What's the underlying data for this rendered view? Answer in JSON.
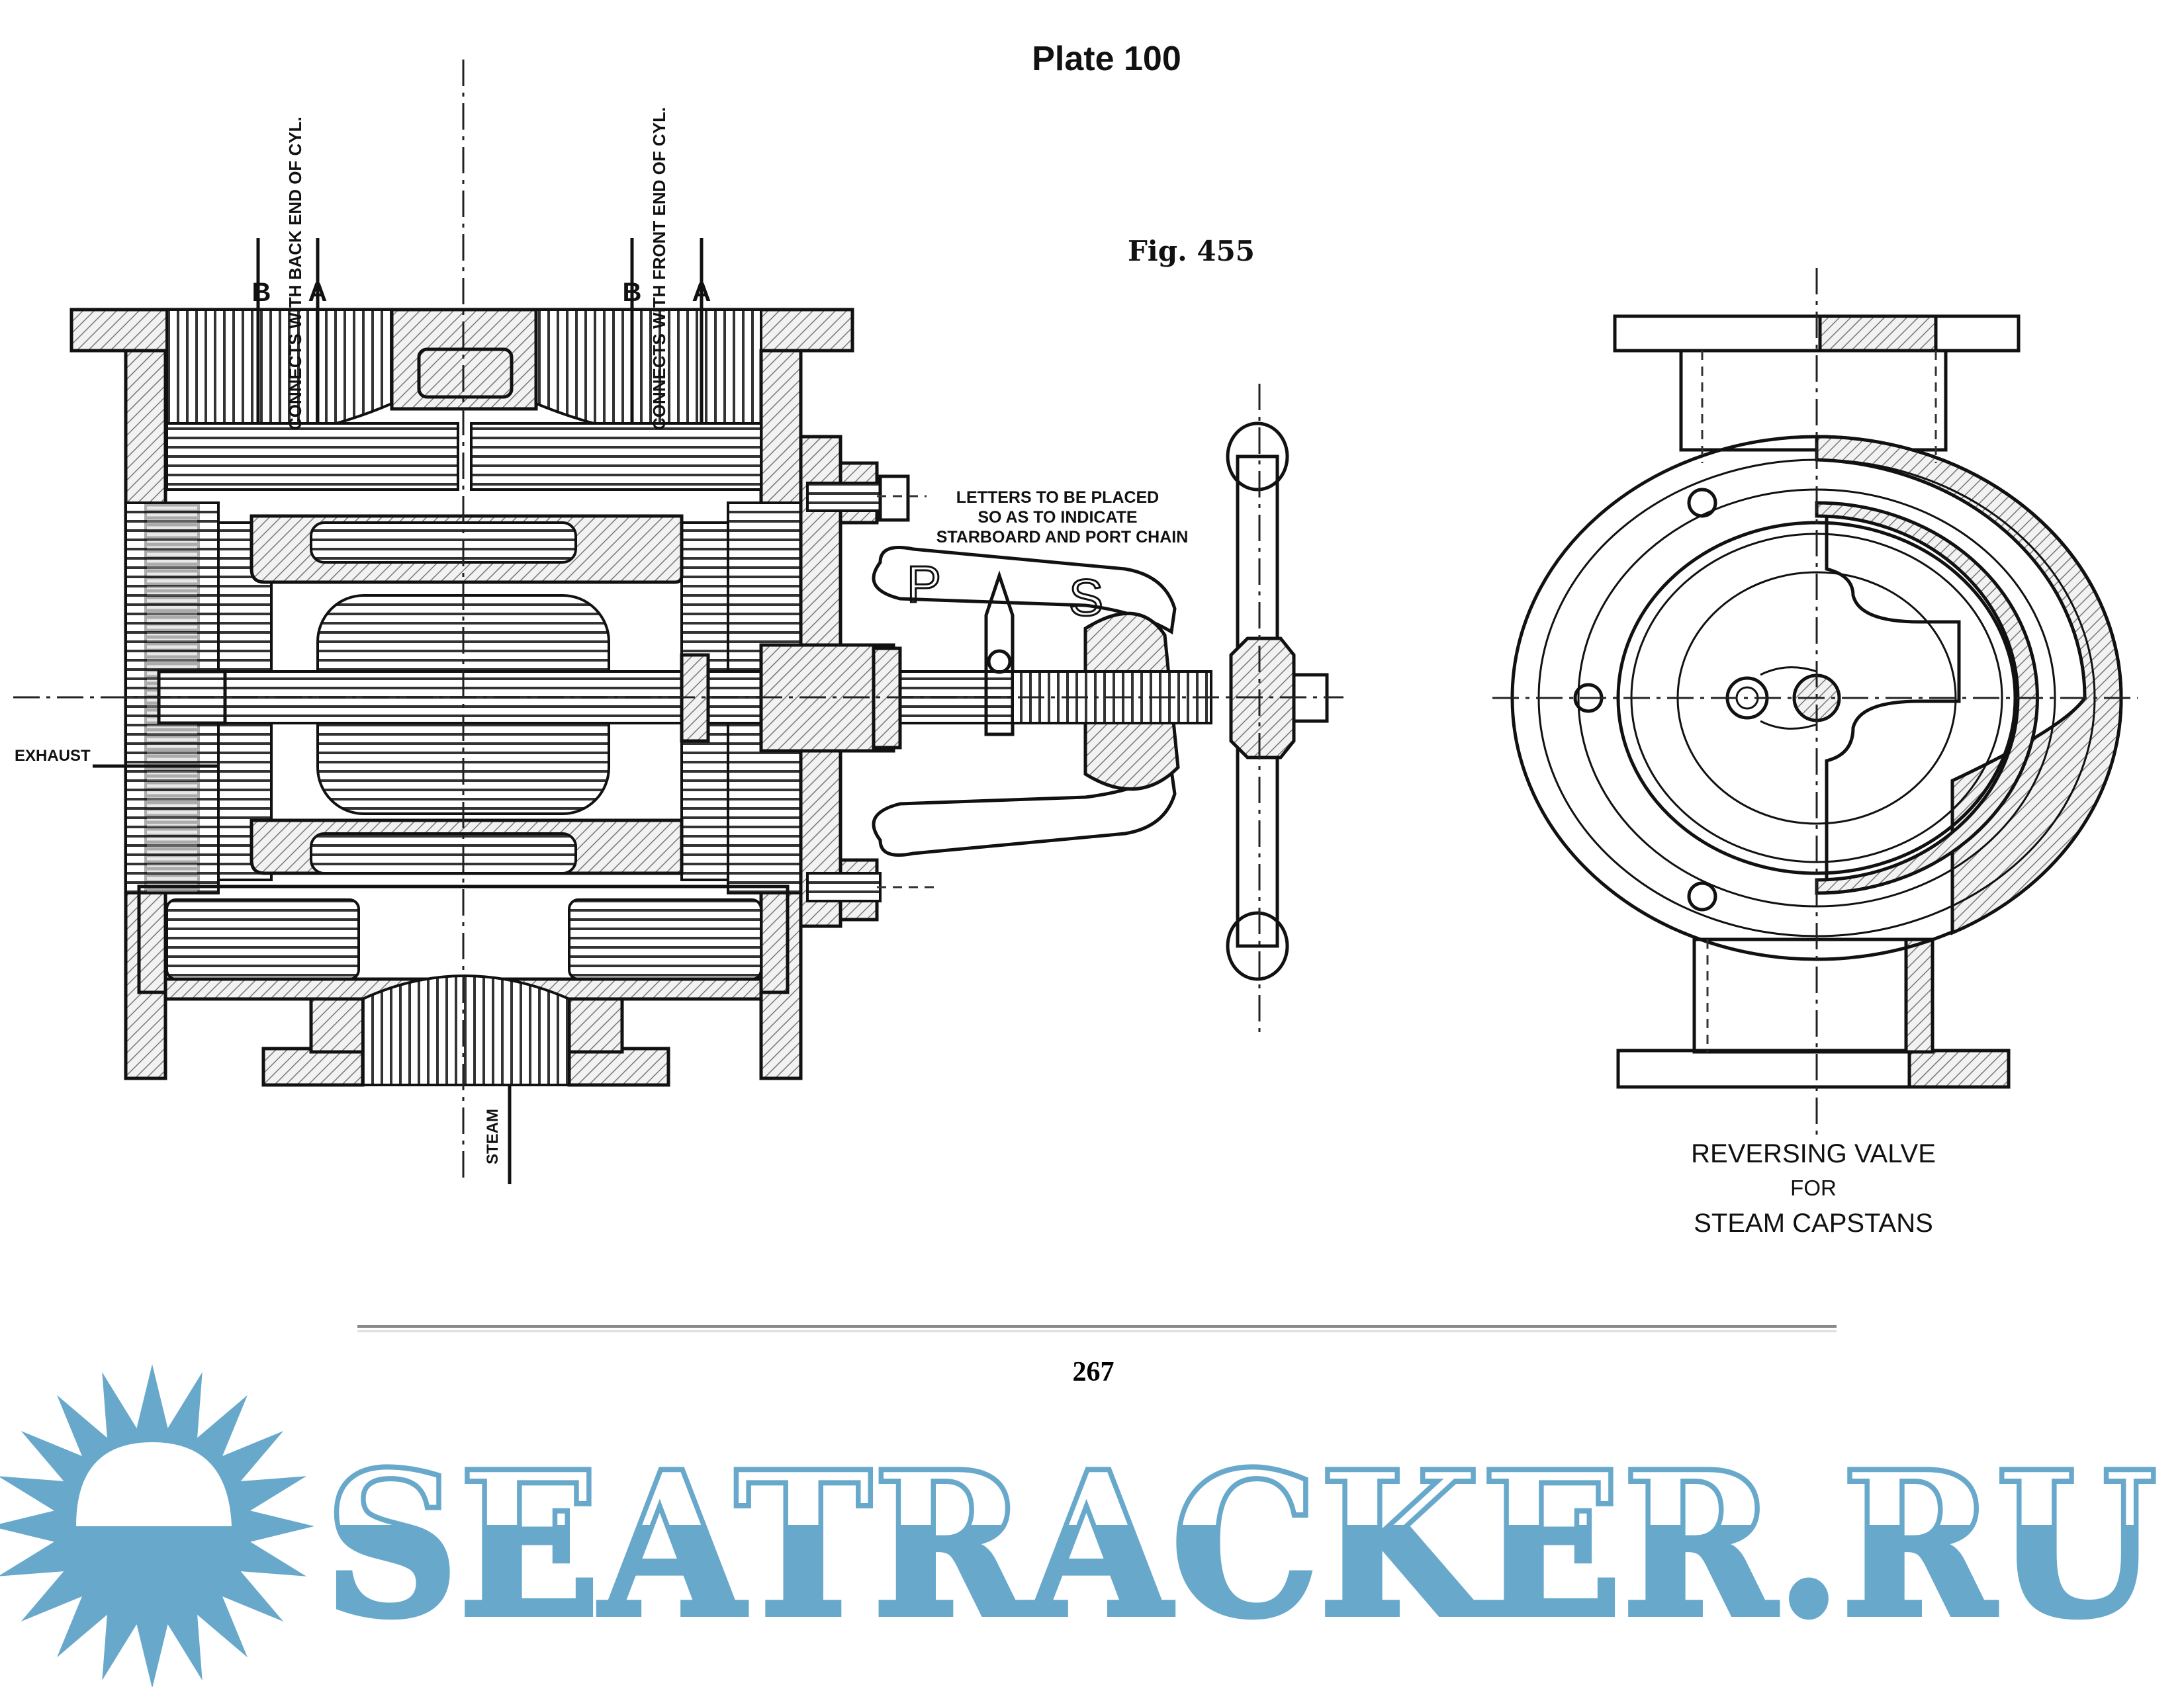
{
  "plate": {
    "title": "Plate 100",
    "figure": "Fig. 455"
  },
  "side_view": {
    "labels": {
      "back_port": "CONNECTS WITH BACK END OF CYL.",
      "front_port": "CONNECTS WITH FRONT END OF CYL.",
      "port_b": "B",
      "port_a": "A",
      "exhaust": "EXHAUST",
      "steam": "STEAM",
      "note_line1": "LETTERS TO BE PLACED",
      "note_line2": "SO AS TO INDICATE",
      "note_line3": "STARBOARD AND PORT CHAIN",
      "letter_p": "P",
      "letter_s": "S"
    }
  },
  "end_view": {
    "caption_line1": "REVERSING VALVE",
    "caption_line2": "FOR",
    "caption_line3": "STEAM CAPSTANS"
  },
  "footer": {
    "page_number": "267"
  },
  "watermark": {
    "text": "SEATRACKER.RU",
    "color": "#68a9cb"
  }
}
